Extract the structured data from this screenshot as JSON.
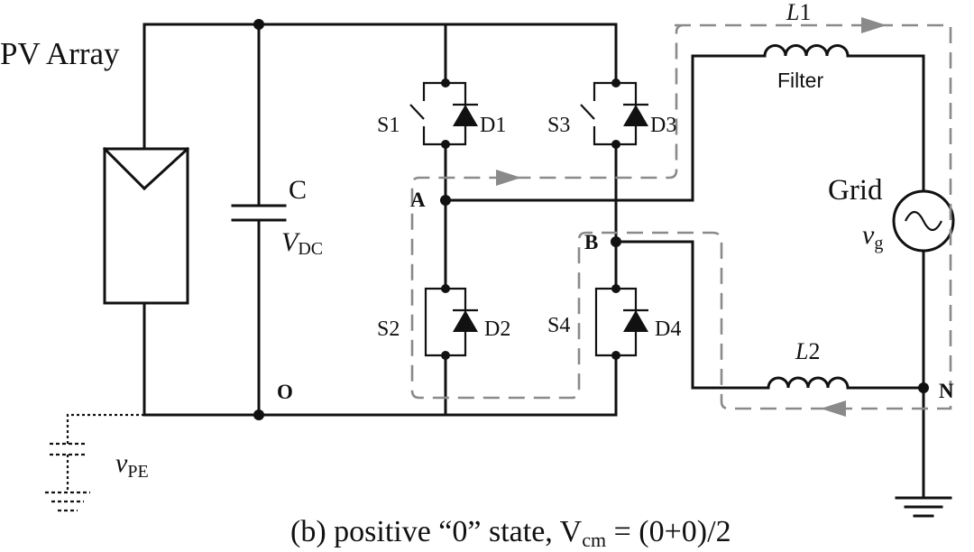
{
  "diagram": {
    "labels": {
      "pv_array": "PV Array",
      "capacitor_name": "C",
      "vdc_main": "V",
      "vdc_sub": "DC",
      "switch_s1": "S1",
      "switch_s2": "S2",
      "switch_s3": "S3",
      "switch_s4": "S4",
      "diode_d1": "D1",
      "diode_d2": "D2",
      "diode_d3": "D3",
      "diode_d4": "D4",
      "node_a": "A",
      "node_b": "B",
      "node_o": "O",
      "node_n": "N",
      "l1_italic": "L",
      "l1_num": "1",
      "filter": "Filter",
      "grid": "Grid",
      "vg_main": "v",
      "vg_sub": "g",
      "l2_italic": "L",
      "l2_num": "2",
      "vpe_main": "v",
      "vpe_sub": "PE"
    },
    "caption": {
      "prefix": "(b) positive “0” state, V",
      "sub": "cm",
      "suffix": " = (0+0)/2"
    }
  }
}
